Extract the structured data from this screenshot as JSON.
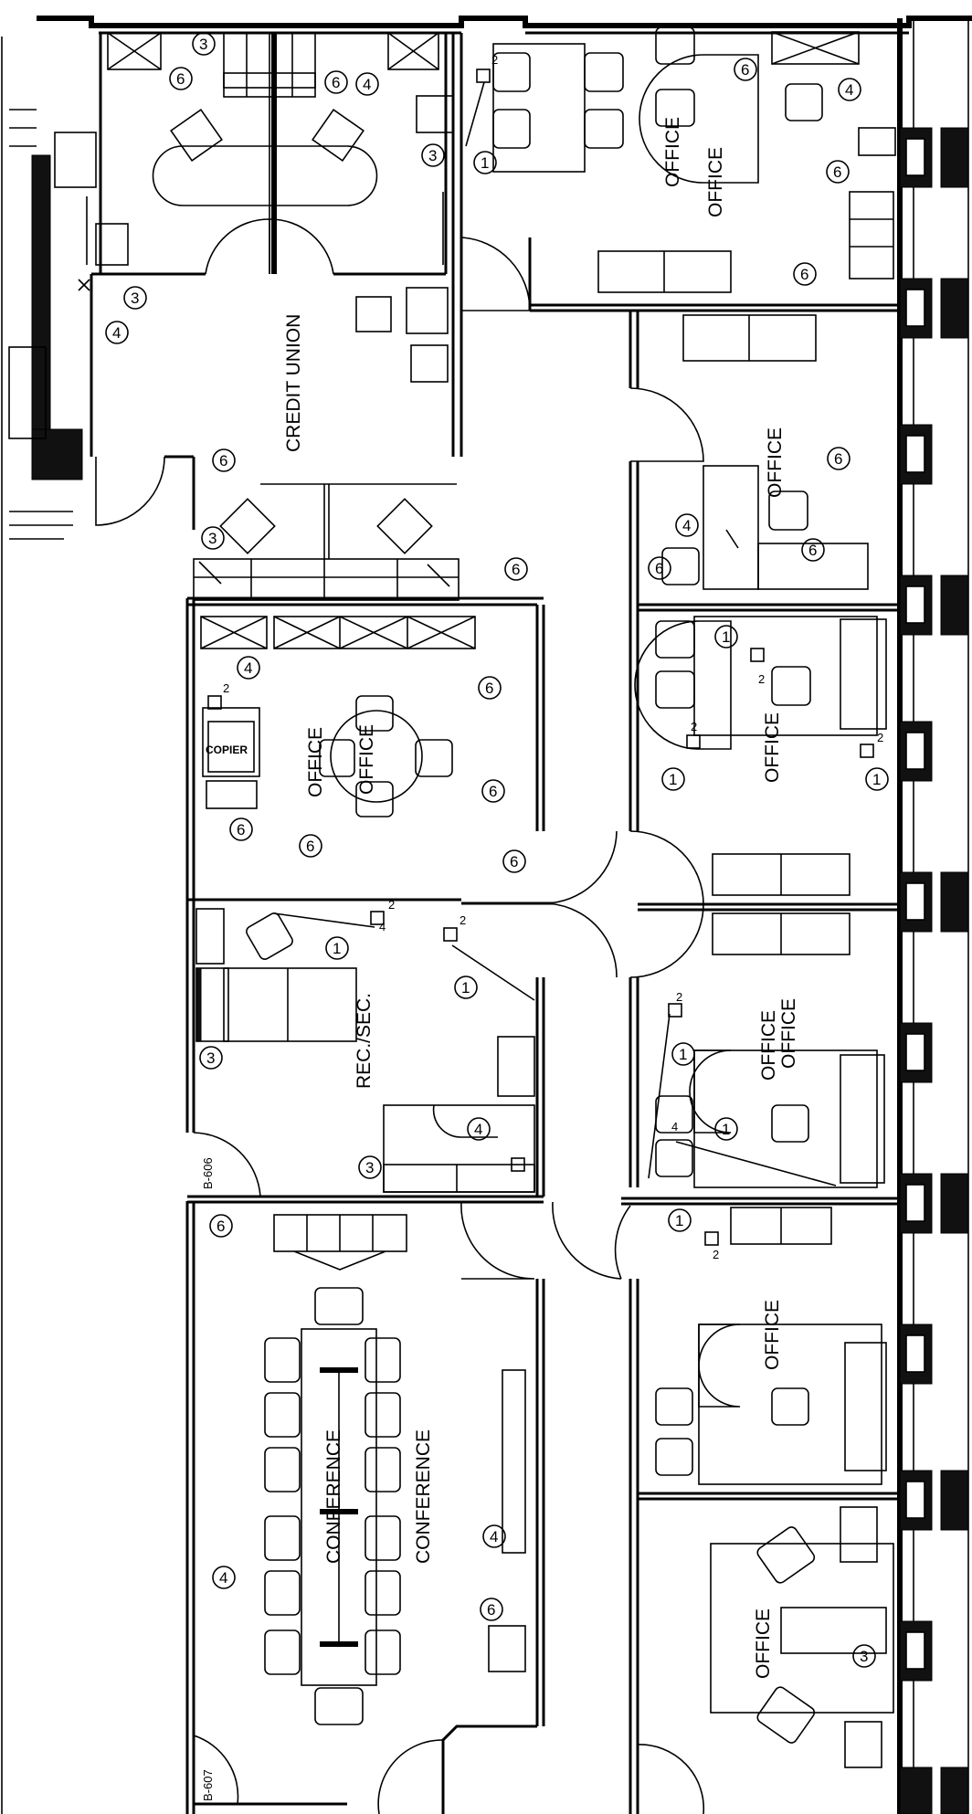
{
  "rooms": {
    "credit_union": "CREDIT UNION",
    "office": "OFFICE",
    "reception": "REC./SEC.",
    "conference": "CONFERENCE",
    "copier": "COPIER"
  },
  "room_tags": {
    "b606": "B-606",
    "b607": "B-607"
  },
  "callouts": {
    "c1": "1",
    "c2": "2",
    "c3": "3",
    "c4": "4",
    "c6": "6"
  }
}
